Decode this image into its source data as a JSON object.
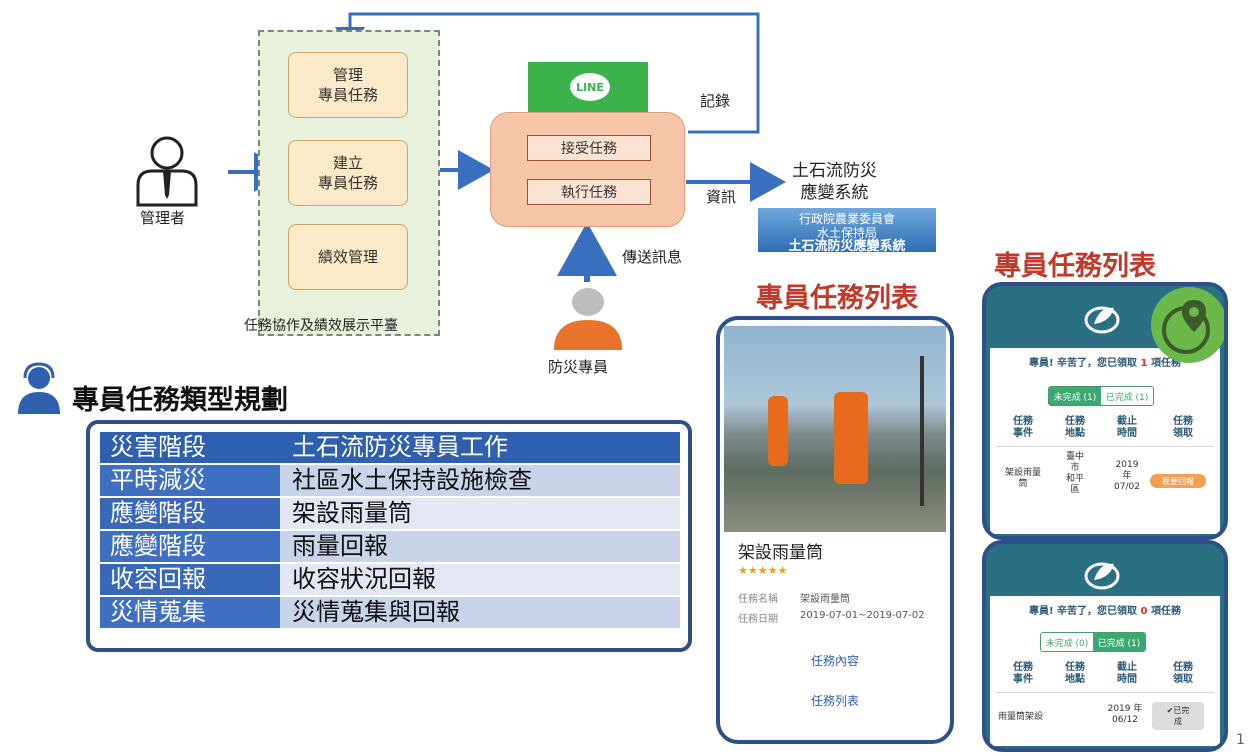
{
  "flow": {
    "manager_label": "管理者",
    "panel_label": "任務協作及績效展示平臺",
    "box_manage": "管理\n專員任務",
    "box_create": "建立\n專員任務",
    "box_perf": "績效管理",
    "line_logo": "LINE",
    "btn_accept": "接受任務",
    "btn_execute": "執行任務",
    "record_label": "記錄",
    "info_label": "資訊",
    "send_label": "傳送訊息",
    "officer_label": "防災專員",
    "system_title": "土石流防災\n應變系統",
    "system_banner_line1": "行政院農業委員會",
    "system_banner_line2": "水土保持局",
    "system_banner_line3": "土石流防災應變系統"
  },
  "section": {
    "title": "專員任務類型規劃"
  },
  "table": {
    "header": [
      "災害階段",
      "土石流防災專員工作"
    ],
    "rows": [
      [
        "平時減災",
        "社區水土保持設施檢查"
      ],
      [
        "應變階段",
        "架設雨量筒"
      ],
      [
        "應變階段",
        "雨量回報"
      ],
      [
        "收容回報",
        "收容狀況回報"
      ],
      [
        "災情蒐集",
        "災情蒐集與回報"
      ]
    ]
  },
  "phone_list": {
    "title": "專員任務列表",
    "task_name": "架設雨量筒",
    "stars": "★★★★★",
    "field1_label": "任務名稱",
    "field1_value": "架設雨量筒",
    "field2_label": "任務日期",
    "field2_value": "2019-07-01~2019-07-02",
    "link1": "任務內容",
    "link2": "任務列表"
  },
  "phone_app": {
    "title": "專員任務列表",
    "greet1_prefix": "專員! 辛苦了，您已領取",
    "greet1_count": "1",
    "greet1_suffix": "項任務",
    "greet2_prefix": "專員! 辛苦了，您已領取",
    "greet2_count": "0",
    "greet2_suffix": "項任務",
    "tab_pending1": "未完成 (1)",
    "tab_done1": "已完成 (1)",
    "tab_pending2": "未完成 (0)",
    "tab_done2": "已完成 (1)",
    "headers": [
      "任務\n事件",
      "任務\n地點",
      "截止\n時間",
      "任務\n領取"
    ],
    "row1": [
      "架設雨量\n筒",
      "臺中\n市\n和平\n區",
      "2019\n年\n07/02",
      "我要回報"
    ],
    "row2": [
      "雨量筒架設",
      "2019 年\n06/12",
      "✔已完\n成"
    ]
  },
  "page_number": "1",
  "colors": {
    "accent_blue": "#2f60b0",
    "title_red": "#c0392b",
    "line_green": "#3cb34a",
    "app_teal": "#2a6f82"
  }
}
